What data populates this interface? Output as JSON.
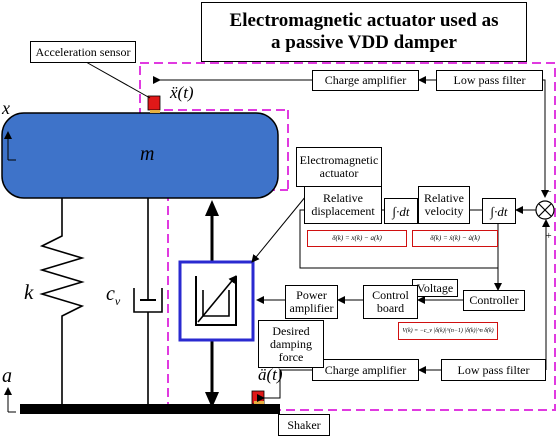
{
  "title": {
    "line1": "Electromagnetic actuator used as",
    "line2": "a passive VDD damper"
  },
  "labels": {
    "acceleration_sensor": "Acceleration sensor",
    "xdd": "ẍ(t)",
    "x": "x",
    "m": "m",
    "k": "k",
    "cv": "c",
    "cv_sub": "v",
    "a": "a",
    "add": "ä(t)",
    "em_actuator": "Electromagnetic actuator",
    "relative_displacement": "Relative displacement",
    "relative_velocity": "Relative velocity",
    "integral": "∫·dt",
    "voltage": "Voltage",
    "desired_damping_force": "Desired damping force",
    "shaker": "Shaker",
    "sum_plus": "+",
    "sum_minus": "−"
  },
  "blocks": {
    "charge_amplifier_top": "Charge amplifier",
    "low_pass_filter_top": "Low pass filter",
    "charge_amplifier_bottom": "Charge amplifier",
    "low_pass_filter_bottom": "Low pass filter",
    "power_amplifier": "Power amplifier",
    "control_board": "Control board",
    "controller": "Controller"
  },
  "equations": {
    "displacement": "δ(k) = x(k) − a(k)",
    "velocity": "δ̇(k) = ẋ(k) − ȧ(k)",
    "control_law": "V(k) = −c_v |δ(k)|^(n−1) |δ̇(k)|^n δ̇(k)"
  },
  "colors": {
    "mass_fill": "#3e73c9",
    "dashed_boundary": "#e03ae0",
    "actuator_border": "#2a2ad0",
    "sensor": "#e01818",
    "equation_border": "#d01010"
  }
}
